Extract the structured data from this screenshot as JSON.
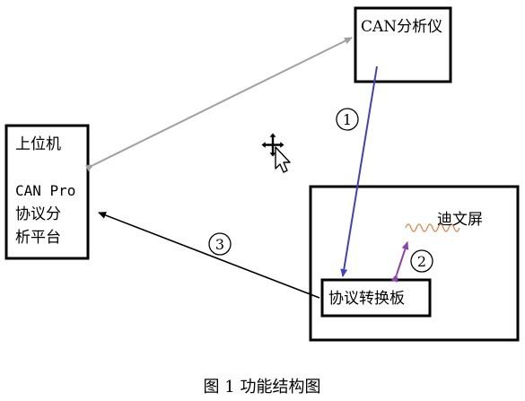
{
  "caption": "图 1  功能结构图",
  "nodes": {
    "host_pc": {
      "lines": [
        "上位机",
        "",
        "CAN Pro",
        "协议分",
        "析平台"
      ]
    },
    "can_analyzer": {
      "label": "CAN分析仪"
    },
    "converter_board": {
      "label": "协议转换板"
    },
    "display_unit": {
      "label": "迪文屏"
    }
  },
  "markers": {
    "m1": "1",
    "m2": "2",
    "m3": "3"
  },
  "colors": {
    "gray_link": "#a0a0a0",
    "blue_link": "#4040c0",
    "purple_link": "#9040b0",
    "black_link": "#000000",
    "squiggle": "#e08040"
  },
  "icons": {
    "cursor": "move-cursor-icon"
  }
}
